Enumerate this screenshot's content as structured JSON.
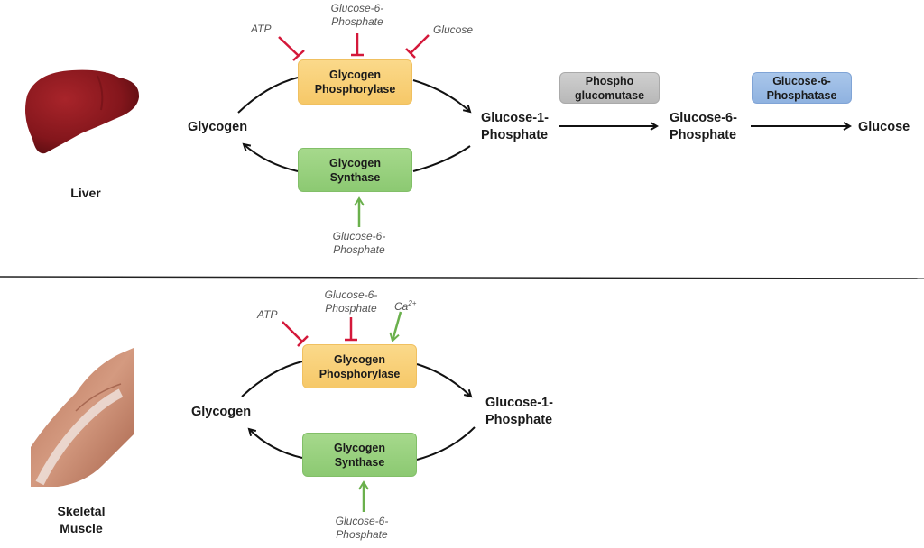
{
  "colors": {
    "inhibit": "#d4183a",
    "activate": "#6ab04c",
    "phosphorylase": "#f6c868",
    "synthase": "#8cc972",
    "phosphoglucomutase": "#c2c2c2",
    "g6pase": "#8fb2e0",
    "liver": "#8b1a1f",
    "muscle": "#c98a6e"
  },
  "liver_panel": {
    "organ_label": "Liver",
    "organ_icon": "liver-icon",
    "glycogen": "Glycogen",
    "phosphorylase": [
      "Glycogen",
      "Phosphorylase"
    ],
    "synthase": [
      "Glycogen",
      "Synthase"
    ],
    "g1p": [
      "Glucose-1-",
      "Phosphate"
    ],
    "g6p": [
      "Glucose-6-",
      "Phosphate"
    ],
    "glucose": "Glucose",
    "mutase": [
      "Phospho",
      "glucomutase"
    ],
    "g6pase": [
      "Glucose-6-",
      "Phosphatase"
    ],
    "inhibitors": {
      "atp": "ATP",
      "g6p": [
        "Glucose-6-",
        "Phosphate"
      ],
      "glucose": "Glucose"
    },
    "activators": {
      "g6p": [
        "Glucose-6-",
        "Phosphate"
      ]
    }
  },
  "muscle_panel": {
    "organ_label": [
      "Skeletal",
      "Muscle"
    ],
    "organ_icon": "muscle-icon",
    "glycogen": "Glycogen",
    "phosphorylase": [
      "Glycogen",
      "Phosphorylase"
    ],
    "synthase": [
      "Glycogen",
      "Synthase"
    ],
    "g1p": [
      "Glucose-1-",
      "Phosphate"
    ],
    "inhibitors": {
      "atp": "ATP",
      "g6p": [
        "Glucose-6-",
        "Phosphate"
      ]
    },
    "activators": {
      "ca": "Ca",
      "ca_sup": "2+",
      "g6p": [
        "Glucose-6-",
        "Phosphate"
      ]
    }
  }
}
